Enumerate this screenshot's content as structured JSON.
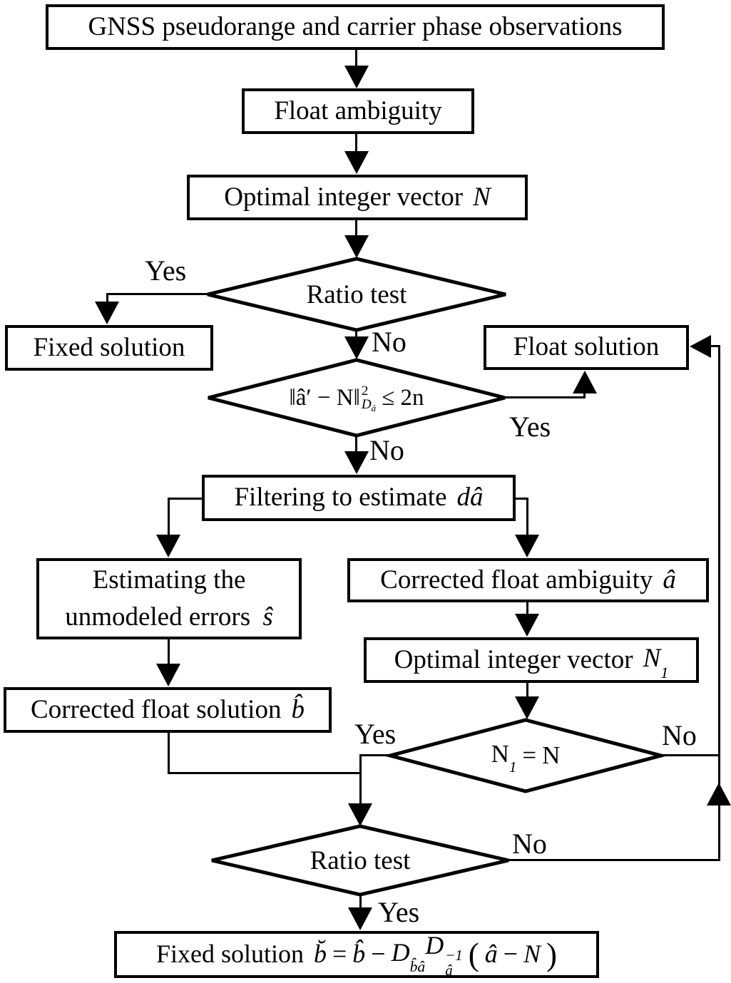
{
  "figure": {
    "background": "#ffffff",
    "ink": "#000000"
  },
  "nodes": {
    "gnss": {
      "text": "GNSS pseudorange and carrier phase observations"
    },
    "float_ambiguity": {
      "text": "Float ambiguity"
    },
    "optimal_n": {
      "text": "Optimal integer vector",
      "math": "N"
    },
    "ratio_test_1": {
      "text": "Ratio test"
    },
    "fixed_solution_1": {
      "text": "Fixed solution"
    },
    "float_solution": {
      "text": "Float solution"
    },
    "norm_test": {
      "lbar": "‖",
      "expr": "â′ − N",
      "rbar": "‖",
      "sup": "2",
      "subD": "D",
      "subDa": "â",
      "rel": "≤ 2",
      "n": "n"
    },
    "filtering": {
      "text": "Filtering to estimate",
      "math": "dâ"
    },
    "estimating": {
      "line1": "Estimating the",
      "line2": "unmodeled errors",
      "math": "ŝ"
    },
    "corrected_ambiguity": {
      "text": "Corrected float ambiguity",
      "math": "â"
    },
    "optimal_n1": {
      "text": "Optimal integer vector",
      "math": "N",
      "sub": "1"
    },
    "corrected_solution": {
      "text": "Corrected float solution",
      "math": "b̂"
    },
    "n1_test": {
      "n1": "N",
      "n1sub": "1",
      "eq": "=",
      "n2": "N"
    },
    "ratio_test_2": {
      "text": "Ratio test"
    },
    "fixed_solution_2": {
      "text": "Fixed solution",
      "bbreve": "b̆",
      "eq": "=",
      "bhat": "b̂",
      "minus": "−",
      "d1": "D",
      "d1sub": "b̂â",
      "d2": "D",
      "d2sup": "−1",
      "d2sub": "â",
      "lp": "(",
      "ahat": "â",
      "minus2": "−",
      "nn": "N",
      "rp": ")"
    }
  },
  "branch_labels": {
    "ratio1_yes": "Yes",
    "ratio1_no": "No",
    "norm_yes": "Yes",
    "norm_no": "No",
    "n1_yes": "Yes",
    "n1_no": "No",
    "ratio2_no": "No",
    "ratio2_yes": "Yes"
  }
}
